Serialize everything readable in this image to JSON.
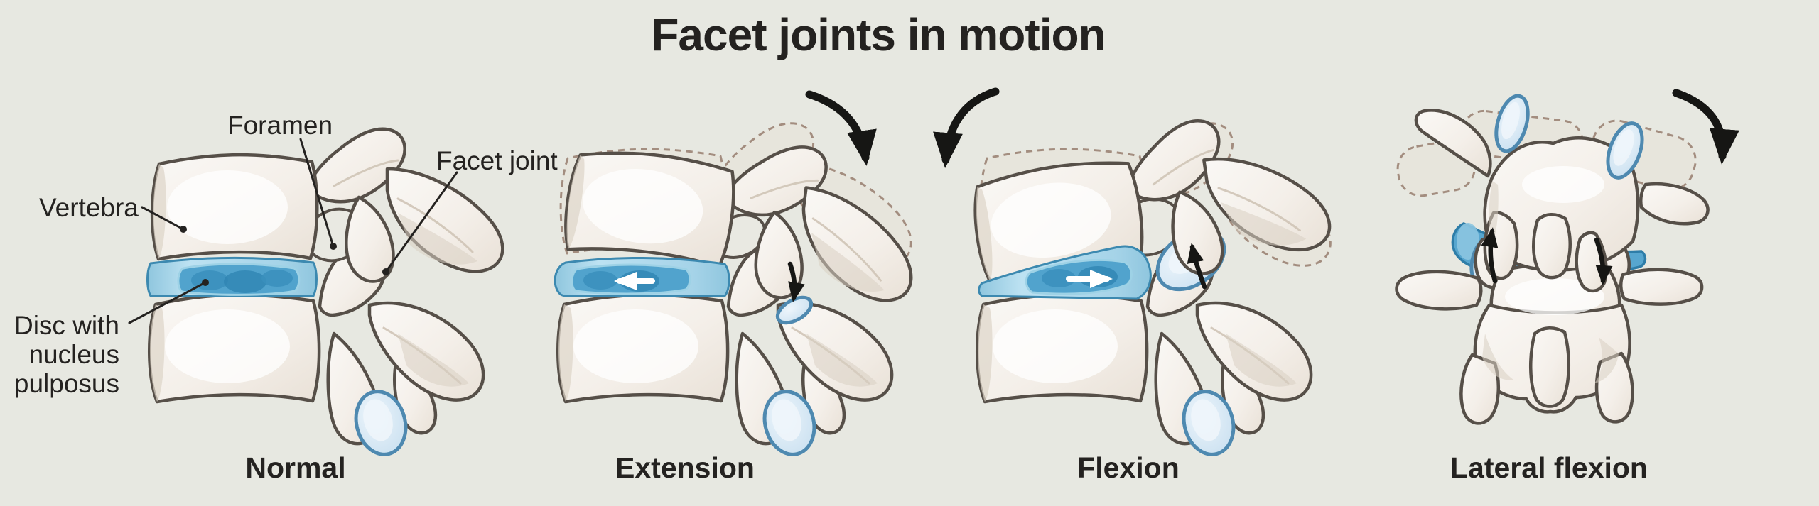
{
  "title": "Facet joints in motion",
  "annotations": {
    "foramen": "Foramen",
    "vertebra": "Vertebra",
    "facet_joint": "Facet joint",
    "disc_line1": "Disc with",
    "disc_line2": "nucleus",
    "disc_line3": "pulposus"
  },
  "panels": [
    {
      "id": "normal",
      "caption": "Normal"
    },
    {
      "id": "extension",
      "caption": "Extension"
    },
    {
      "id": "flexion",
      "caption": "Flexion"
    },
    {
      "id": "lateral-flexion",
      "caption": "Lateral flexion"
    }
  ],
  "icons": {
    "rotation_arrows": "curved-black-arrow",
    "disc_motion_arrows": "white-straight-arrow",
    "facet_motion_arrows": "small-black-curved-arrow"
  },
  "colors": {
    "background": "#e7e8e1",
    "bone_outline": "#564f48",
    "bone_fill": "#f6f2ed",
    "bone_shadow": "#d9cfc2",
    "dashed_outline": "#a38d7f",
    "disc_band": "#b6dcee",
    "nucleus": "#51a3cd",
    "nucleus_dark": "#2f85b3",
    "cartilage": "#d9e9f4",
    "cartilage_ring": "#4e89b0",
    "arrow_black": "#161614",
    "arrow_white": "#ffffff",
    "text": "#242220"
  }
}
